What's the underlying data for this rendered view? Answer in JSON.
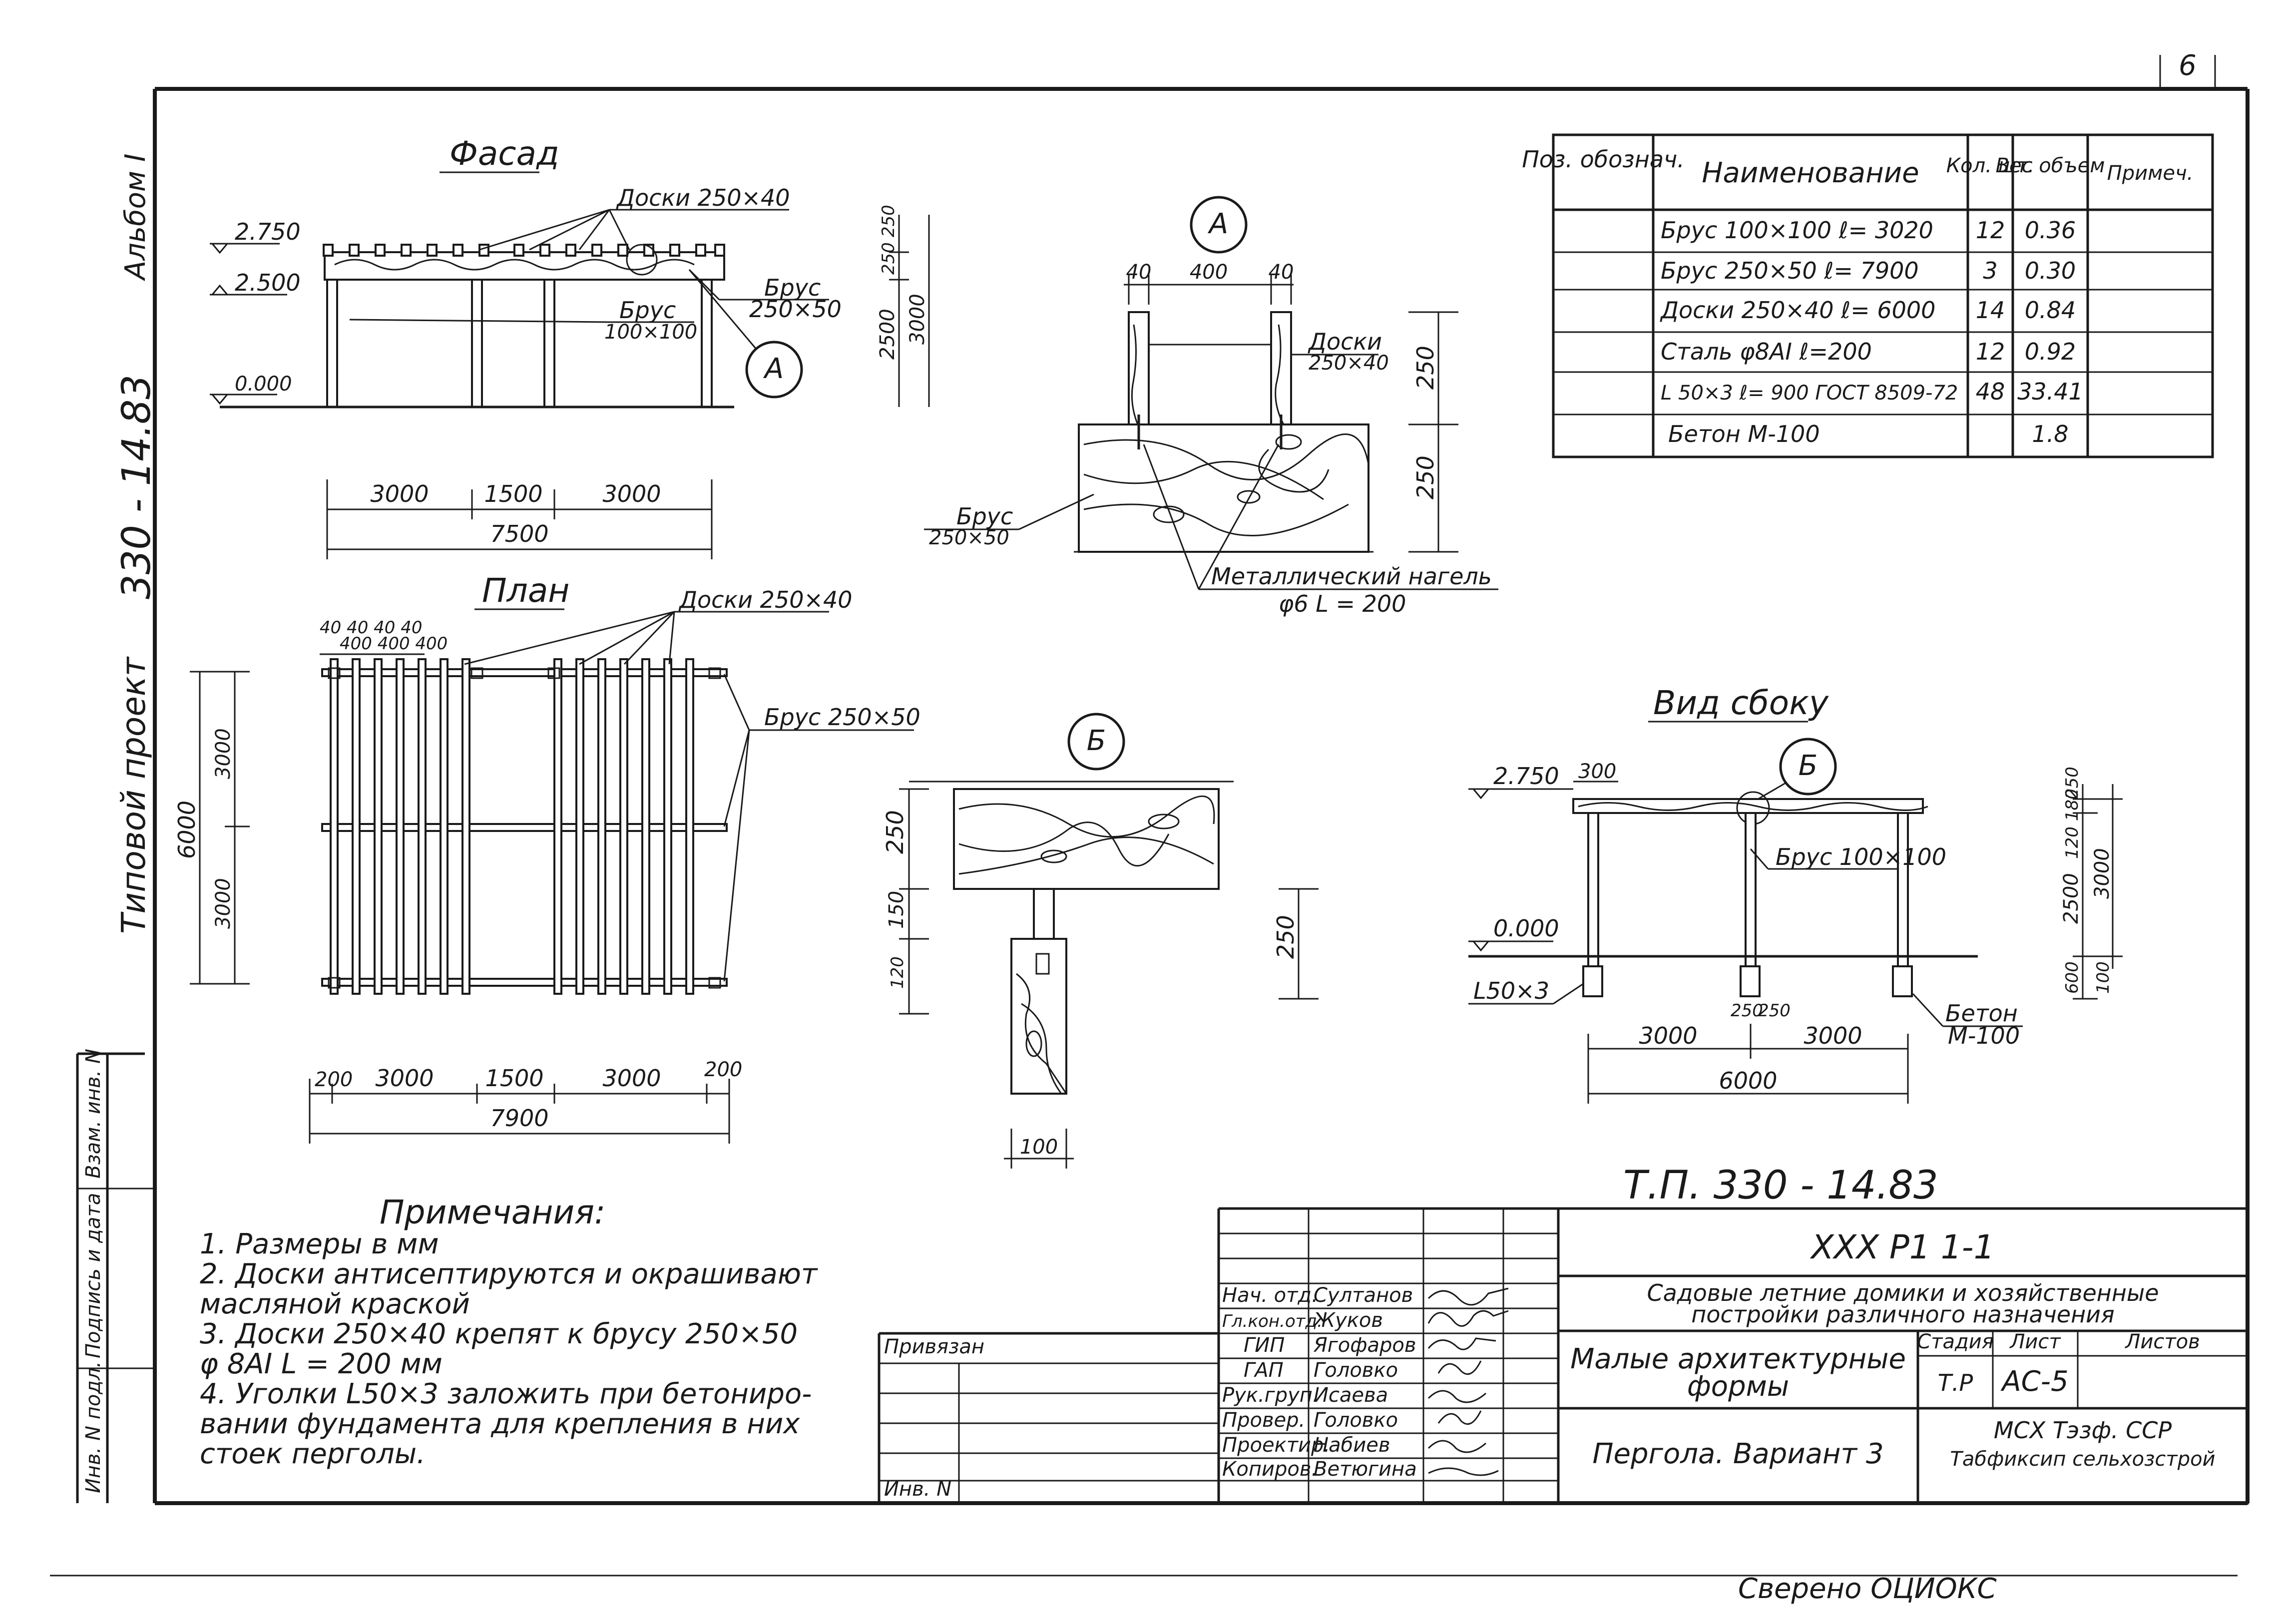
{
  "facade": {
    "title": "Фасад",
    "boards_label": "Доски 250×40",
    "beam_label_top": "Брус",
    "beam_label_bot": "250×50",
    "post_label_top": "Брус",
    "post_label_bot": "100×100",
    "node_a": "А",
    "elev_2750": "2.750",
    "elev_2500": "2.500",
    "elev_0000": "0.000",
    "dim_3000a": "3000",
    "dim_1500": "1500",
    "dim_3000b": "3000",
    "dim_7500": "7500",
    "vdim_250a": "250",
    "vdim_250b": "250",
    "vdim_2500": "2500",
    "vdim_3000": "3000"
  },
  "node_a": {
    "label": "А",
    "dim_40a": "40",
    "dim_400": "400",
    "dim_40b": "40",
    "boards_top": "Доски",
    "boards_bot": "250×40",
    "vdim_250a": "250",
    "vdim_250b": "250",
    "beam_top": "Брус",
    "beam_bot": "250×50",
    "dowel_top": "Металлический нагель",
    "dowel_bot": "φ6  L = 200"
  },
  "plan": {
    "title": "План",
    "boards_label": "Доски 250×40",
    "beam_label": "Брус 250×50",
    "top_dims_a": "40  40  40  40",
    "top_dims_b": "400 400 400",
    "dim_200a": "200",
    "dim_3000a": "3000",
    "dim_1500": "1500",
    "dim_3000b": "3000",
    "dim_200b": "200",
    "dim_7900": "7900",
    "vdim_6000": "6000",
    "vdim_3000a": "3000",
    "vdim_3000b": "3000"
  },
  "node_b": {
    "label": "Б",
    "vdim_250": "250",
    "vdim_150": "150",
    "vdim_120": "120",
    "vdim_250r": "250",
    "dim_100": "100"
  },
  "side_view": {
    "title": "Вид сбоку",
    "node_b": "Б",
    "elev_2750": "2.750",
    "elev_0000": "0.000",
    "dim_300": "300",
    "post_label": "Брус 100×100",
    "angle_label": "L50×3",
    "concrete_top": "Бетон",
    "concrete_bot": "М-100",
    "dim_250a": "250",
    "dim_250b": "250",
    "dim_3000a": "3000",
    "dim_3000b": "3000",
    "dim_6000": "6000",
    "vdim_250": "250",
    "vdim_120": "120 180",
    "vdim_2500": "2500",
    "vdim_3000": "3000",
    "vdim_600": "600",
    "vdim_100": "100"
  },
  "margin": {
    "album": "Альбом I",
    "code": "330 - 14.83",
    "type_project": "Типовой проект",
    "stamp_1": "Инв. N подл.",
    "stamp_2": "Подпись и дата",
    "stamp_3": "Взам. инв. N",
    "sheet_number": "6"
  },
  "spec": {
    "headers": [
      "Поз. обознач.",
      "Наименование",
      "Кол. шт.",
      "Вес объем",
      "Примеч."
    ],
    "rows": [
      [
        "",
        "Брус 100×100  ℓ= 3020",
        "12",
        "0.36",
        ""
      ],
      [
        "",
        "Брус 250×50  ℓ= 7900",
        "3",
        "0.30",
        ""
      ],
      [
        "",
        "Доски 250×40  ℓ= 6000",
        "14",
        "0.84",
        ""
      ],
      [
        "",
        "Сталь φ8AI  ℓ=200",
        "12",
        "0.92",
        ""
      ],
      [
        "",
        "L 50×3  ℓ= 900 ГОСТ 8509-72",
        "48",
        "33.41",
        ""
      ],
      [
        "",
        "Бетон    М-100",
        "",
        "1.8",
        ""
      ]
    ]
  },
  "notes": {
    "title": "Примечания:",
    "lines": [
      "1. Размеры   в   мм",
      "2. Доски  антисептируются  и окрашивают",
      "    масляной  краской",
      "3. Доски  250×40  крепят  к  брусу  250×50",
      "    φ 8AI  L = 200 мм",
      "4. Уголки  L50×3  заложить  при  бетониро-",
      "    вании  фундамента  для  крепления  в  них",
      "    стоек  перголы."
    ]
  },
  "title_block": {
    "doc_code": "Т.П.     330 - 14.83",
    "series": "XXX  P1  1-1",
    "subject_1": "Садовые летние домики и хозяйственные",
    "subject_2": "постройки различного назначения",
    "section_1": "Малые архитектурные",
    "section_2": "формы",
    "sheet_title": "Пергола. Вариант 3",
    "stage_header": "Стадия",
    "sheet_header": "Лист",
    "sheets_header": "Листов",
    "stage": "Т.Р",
    "sheet": "АС-5",
    "org_1": "МСХ  Тэзф. ССР",
    "org_2": "Табфиксип сельхозстрой",
    "privyazan": "Привязан",
    "inv": "Инв. N",
    "staff_roles": [
      "Нач. отд.",
      "Гл.кон.отд.",
      "ГИП",
      "ГАП",
      "Рук.груп.",
      "Провер.",
      "Проектир.",
      "Копиров."
    ],
    "staff_names": [
      "Султанов",
      "Жуков",
      "Ягофаров",
      "Головко",
      "Исаева",
      "Головко",
      "Набиев",
      "Ветюгина"
    ]
  },
  "footer": {
    "checked": "Сверено  ОЦИОКС"
  }
}
